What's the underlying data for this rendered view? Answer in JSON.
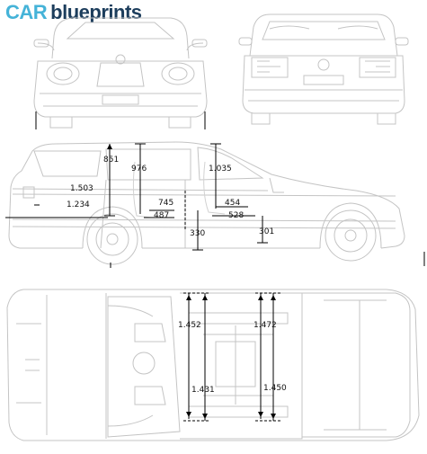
{
  "brand": {
    "part1": "CAR",
    "part2": "blueprints"
  },
  "dimensions": {
    "side": {
      "overall_height": "1.503",
      "body_height": "1.234",
      "roof_to_seat_front": "851",
      "roof_to_seat_rear": "976",
      "rear_headroom": "1.035",
      "front_leg": "745",
      "rear_leg": "487",
      "seat_front_depth": "454",
      "seat_rear_depth": "528",
      "front_seat_height": "330",
      "rear_seat_height": "301"
    },
    "top": {
      "front_shoulder": "1.452",
      "rear_shoulder": "1.472",
      "front_hip": "1.431",
      "rear_hip": "1.450"
    }
  },
  "colors": {
    "logo_car": "#45b3d8",
    "logo_blueprints": "#1c3d5c",
    "lines": "#c4c4c4",
    "dims": "#000000"
  }
}
